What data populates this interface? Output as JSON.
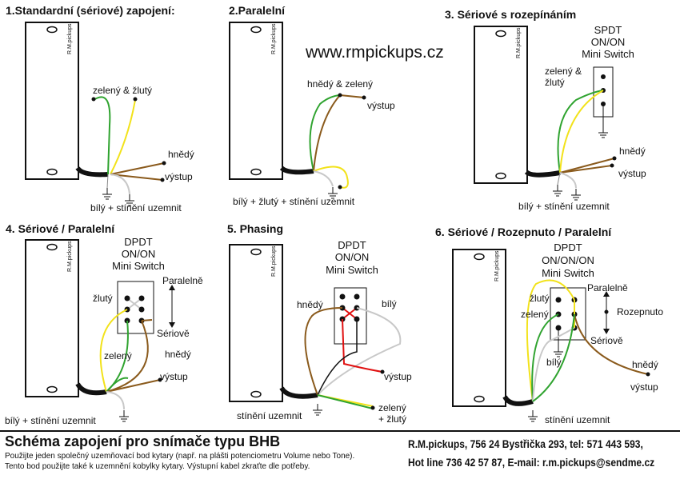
{
  "website": "www.rmpickups.cz",
  "pickup_brand": "R.M.pickups",
  "diagrams": [
    {
      "title": "1.Standardní (sériové) zapojení:",
      "labels": {
        "green_yellow": "zelený & žlutý",
        "brown": "hnědý",
        "output": "výstup",
        "ground": "bílý + stínění uzemnit"
      }
    },
    {
      "title": "2.Paralelní",
      "labels": {
        "brown_green": "hnědý & zelený",
        "output": "výstup",
        "ground": "bílý + žlutý + stínění uzemnit"
      }
    },
    {
      "title": "3. Sériové s rozepínáním",
      "switch": [
        "SPDT",
        "ON/ON",
        "Mini Switch"
      ],
      "labels": {
        "green_yellow_1": "zelený &",
        "green_yellow_2": "žlutý",
        "brown": "hnědý",
        "output": "výstup",
        "ground": "bílý + stínění uzemnit"
      }
    },
    {
      "title": "4. Sériové / Paralelní",
      "switch": [
        "DPDT",
        "ON/ON",
        "Mini Switch"
      ],
      "labels": {
        "parallel": "Paralelně",
        "series": "Sériově",
        "yellow": "žlutý",
        "green": "zelený",
        "brown": "hnědý",
        "output": "výstup",
        "ground": "bílý + stínění uzemnit"
      }
    },
    {
      "title": "5. Phasing",
      "switch": [
        "DPDT",
        "ON/ON",
        "Mini Switch"
      ],
      "labels": {
        "brown": "hnědý",
        "white": "bílý",
        "output": "výstup",
        "ground": "stínění uzemnit",
        "green_yellow_1": "zelený",
        "green_yellow_2": "+ žlutý"
      }
    },
    {
      "title": "6. Sériové / Rozepnuto / Paralelní",
      "switch": [
        "DPDT",
        "ON/ON/ON",
        "Mini Switch"
      ],
      "labels": {
        "parallel": "Paralelně",
        "open": "Rozepnuto",
        "series": "Sériově",
        "yellow": "žlutý",
        "green": "zelený",
        "white": "bílý",
        "brown": "hnědý",
        "output": "výstup",
        "ground": "stínění uzemnit"
      }
    }
  ],
  "footer": {
    "heading": "Schéma zapojení pro snímače typu BHB",
    "note_1": "Použijte jeden společný uzemňovací bod kytary (např. na plášti potenciometru Volume nebo Tone).",
    "note_2": "Tento bod použijte také k uzemnění kobylky kytary. Výstupní kabel zkraťte dle potřeby.",
    "contact_1": "R.M.pickups, 756 24 Bystřička 293, tel: 571 443 593,",
    "contact_2": "Hot line 736 42 57 87, E-mail: r.m.pickups@sendme.cz"
  },
  "colors": {
    "green": "#2fa32f",
    "yellow": "#f2e21a",
    "brown": "#8a5a1c",
    "white_wire": "#c8c8c8",
    "red": "#e01010",
    "cable": "#111111"
  }
}
